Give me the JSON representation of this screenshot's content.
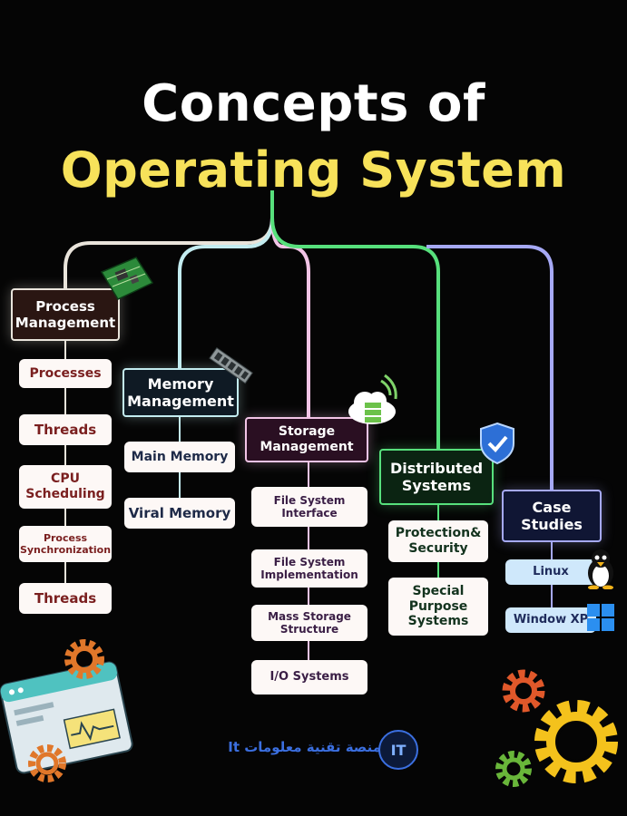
{
  "title": {
    "line1": "Concepts of",
    "line2": "Operating System"
  },
  "branches": [
    {
      "header": "Process Management",
      "color": "#e9e4db",
      "items": [
        "Processes",
        "Threads",
        "CPU Scheduling",
        "Process Synchronization",
        "Threads"
      ]
    },
    {
      "header": "Memory Management",
      "color": "#c3ecf0",
      "items": [
        "Main Memory",
        "Viral Memory"
      ]
    },
    {
      "header": "Storage Management",
      "color": "#f2c4e6",
      "items": [
        "File System Interface",
        "File System Implementation",
        "Mass Storage Structure",
        "I/O Systems"
      ]
    },
    {
      "header": "Distributed Systems",
      "color": "#57e07c",
      "items": [
        "Protection& Security",
        "Special Purpose Systems"
      ]
    },
    {
      "header": "Case Studies",
      "color": "#a6a9f5",
      "items": [
        "Linux",
        "Window XP"
      ]
    }
  ],
  "icons": [
    "circuit-board-icon",
    "memory-stick-icon",
    "cloud-storage-icon",
    "shield-check-icon",
    "linux-penguin-icon",
    "windows-logo-icon",
    "gear-icon",
    "browser-window-icon"
  ],
  "footer": {
    "text": "منصة تقنية معلومات It",
    "logo_text": "IT"
  }
}
